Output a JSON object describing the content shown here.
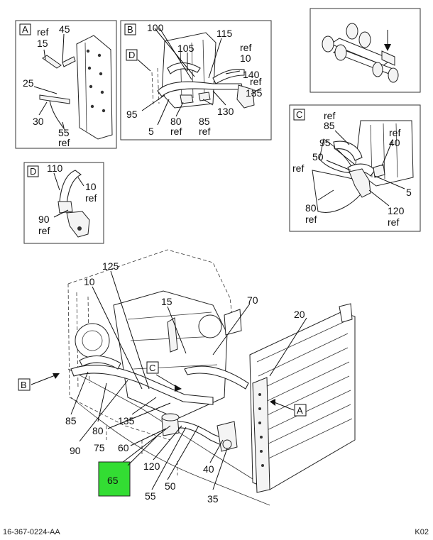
{
  "drawing_number": "16-367-0224-AA",
  "sheet_code": "K02",
  "highlight_color": "#33dd33",
  "views": {
    "a": {
      "tag": "A",
      "callouts": [
        "ref",
        "15",
        "45",
        "25",
        "30",
        "55",
        "ref"
      ]
    },
    "b": {
      "tag": "B",
      "inner_tag": "D",
      "callouts": [
        "100",
        "115",
        "105",
        "ref",
        "10",
        "140",
        "ref",
        "135",
        "95",
        "130",
        "5",
        "80",
        "ref",
        "85",
        "ref"
      ]
    },
    "c": {
      "tag": "C",
      "callouts": [
        "ref",
        "85",
        "ref",
        "40",
        "95",
        "50",
        "ref",
        "5",
        "80",
        "ref",
        "120",
        "ref"
      ]
    },
    "d": {
      "tag": "D",
      "callouts": [
        "110",
        "10",
        "ref",
        "90",
        "ref"
      ]
    }
  },
  "main": {
    "view_pointers": [
      "B",
      "C",
      "A"
    ],
    "callouts": [
      "125",
      "10",
      "15",
      "70",
      "20",
      "85",
      "80",
      "135",
      "90",
      "75",
      "60",
      "120",
      "55",
      "50",
      "40",
      "35"
    ],
    "highlighted_callout": "65"
  }
}
